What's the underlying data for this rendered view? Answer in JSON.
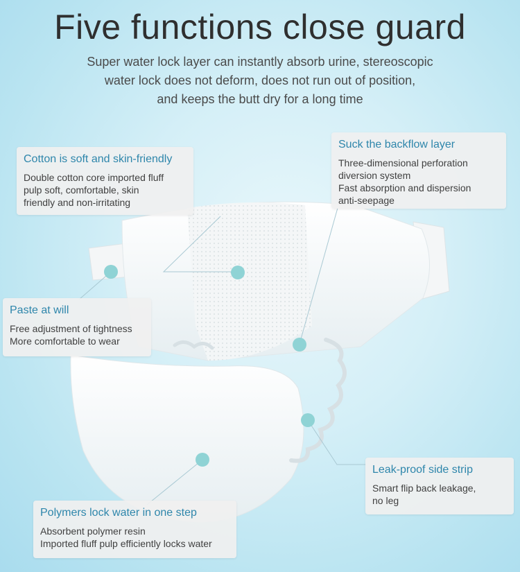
{
  "title": "Five functions close guard",
  "subtitle": [
    "Super water lock layer can instantly absorb urine, stereoscopic",
    "water lock does not deform, does not run out of position,",
    "and keeps the butt dry for a long time"
  ],
  "features": {
    "cotton": {
      "heading": "Cotton is soft and skin-friendly",
      "lines": [
        "Double cotton core imported fluff",
        "pulp soft, comfortable, skin",
        "friendly and non-irritating"
      ]
    },
    "backflow": {
      "heading": "Suck the backflow layer",
      "lines": [
        "Three-dimensional perforation",
        "diversion system",
        "Fast absorption and dispersion",
        "anti-seepage"
      ]
    },
    "paste": {
      "heading": "Paste at will",
      "lines": [
        "Free adjustment of tightness",
        "More comfortable to wear"
      ]
    },
    "leakproof": {
      "heading": "Leak-proof side strip",
      "lines": [
        "Smart flip back leakage,",
        "no leg"
      ]
    },
    "polymer": {
      "heading": "Polymers lock water in one step",
      "lines": [
        "Absorbent polymer resin",
        "Imported fluff pulp efficiently locks water"
      ]
    }
  },
  "colors": {
    "heading": "#2e86ab",
    "dot": "#8fd3d5",
    "leader": "#a9c9d3"
  }
}
